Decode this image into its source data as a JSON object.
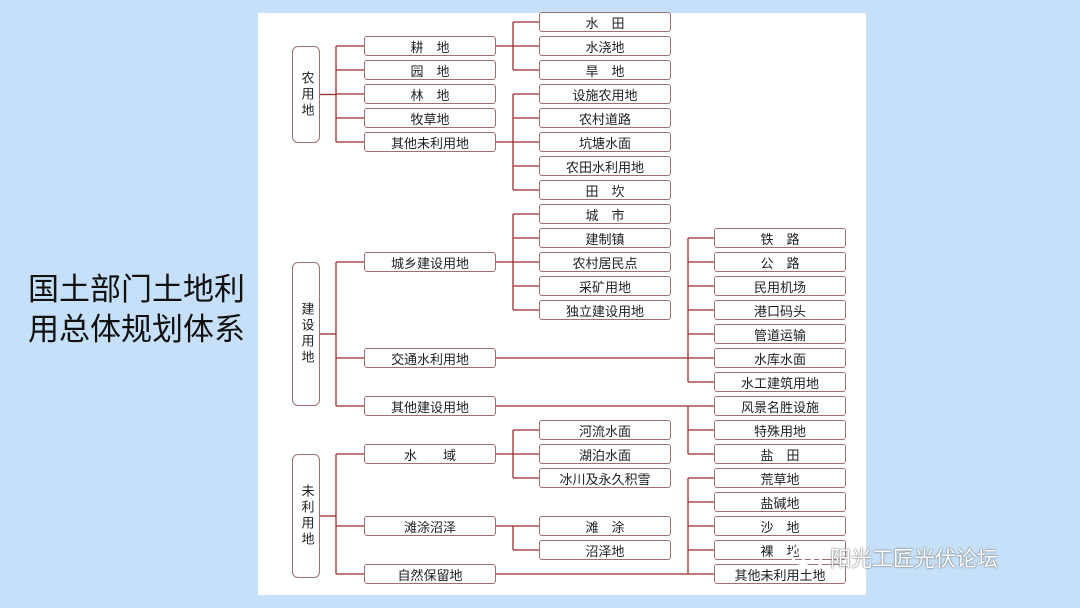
{
  "side_title": [
    "国土部门土地利",
    "用总体规划体系"
  ],
  "watermark": "阳光工匠光伏论坛",
  "colors": {
    "background": "#c5e0f8",
    "panel": "#ffffff",
    "line": "#9b2b2b",
    "box_border": "#a07070"
  },
  "tree": {
    "roots": [
      "农用地",
      "建设用地",
      "未利用地"
    ],
    "level2": [
      "耕　地",
      "园　地",
      "林　地",
      "牧草地",
      "其他未利用地",
      "城乡建设用地",
      "交通水利用地",
      "其他建设用地",
      "水　　域",
      "滩涂沼泽",
      "自然保留地"
    ],
    "level3": [
      "水　田",
      "水浇地",
      "旱　地",
      "设施农用地",
      "农村道路",
      "坑塘水面",
      "农田水利用地",
      "田　坎",
      "城　市",
      "建制镇",
      "农村居民点",
      "采矿用地",
      "独立建设用地",
      "河流水面",
      "湖泊水面",
      "冰川及永久积雪",
      "滩　涂",
      "沼泽地"
    ],
    "level4": [
      "铁　路",
      "公　路",
      "民用机场",
      "港口码头",
      "管道运输",
      "水库水面",
      "水工建筑用地",
      "风景名胜设施",
      "特殊用地",
      "盐　田",
      "荒草地",
      "盐碱地",
      "沙　地",
      "裸　地",
      "其他未利用土地"
    ]
  }
}
